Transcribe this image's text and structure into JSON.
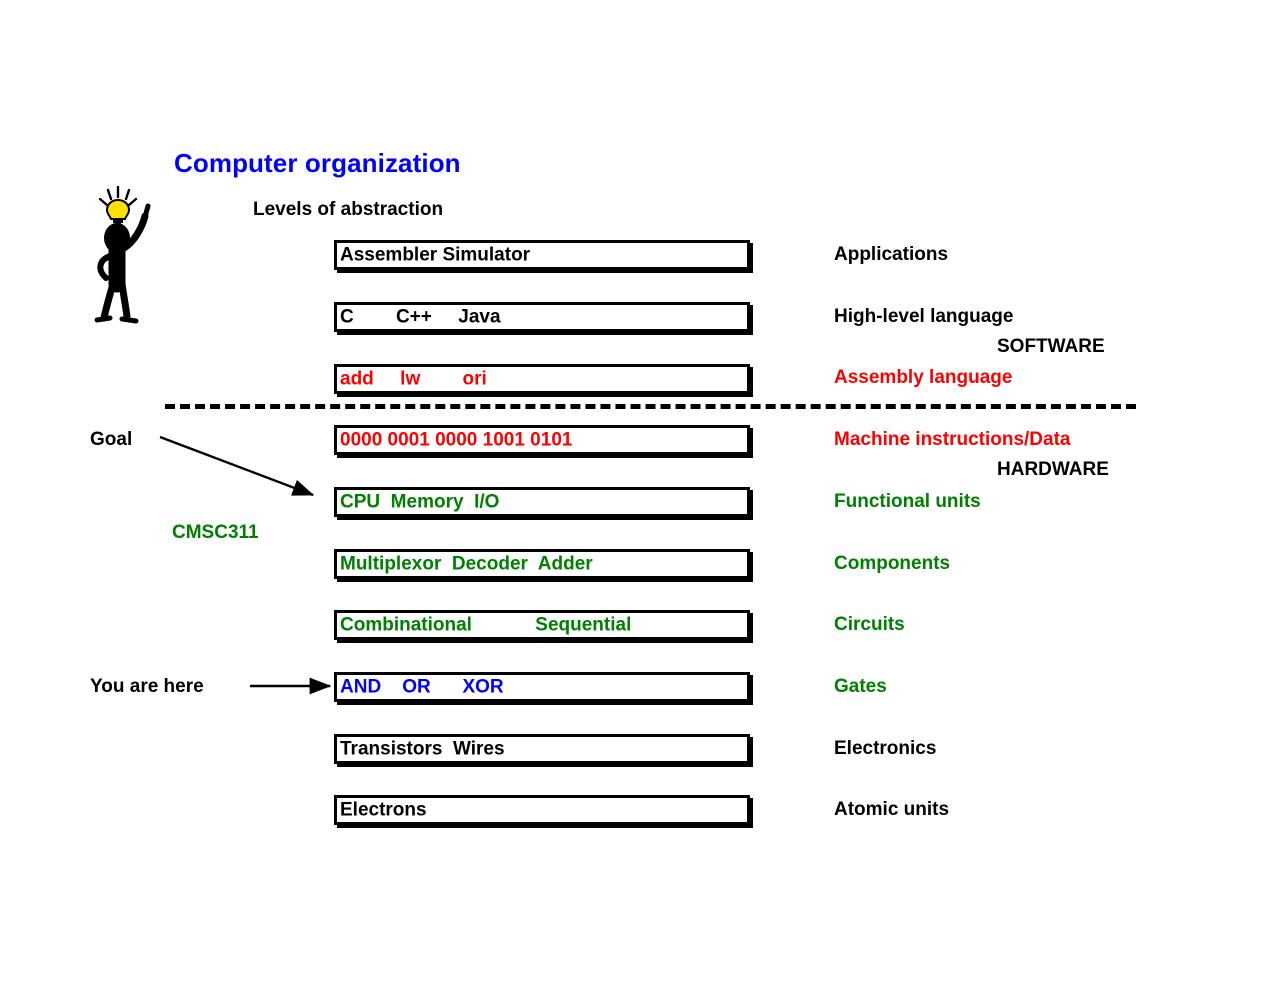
{
  "slide": {
    "title": "Computer organization",
    "title_color": "#0000ff",
    "subtitle": "Levels of abstraction",
    "background": "#ffffff"
  },
  "palette": {
    "black": "#000000",
    "red": "#ff0000",
    "green": "#008000",
    "blue": "#0000ff",
    "bulb_yellow": "#ffe000"
  },
  "levels": [
    {
      "box_text": "Assembler Simulator",
      "box_color": "#000000",
      "label": "Applications",
      "label_color": "#000000"
    },
    {
      "box_text": "C        C++     Java",
      "box_color": "#000000",
      "label": "High-level language",
      "label_color": "#000000"
    },
    {
      "box_text": "add     lw        ori",
      "box_color": "#ff0000",
      "label": "Assembly language",
      "label_color": "#ff0000"
    },
    {
      "box_text": "0000 0001 0000 1001 0101",
      "box_color": "#ff0000",
      "label": "Machine instructions/Data",
      "label_color": "#ff0000"
    },
    {
      "box_text": "CPU  Memory  I/O",
      "box_color": "#008000",
      "label": "Functional units",
      "label_color": "#008000"
    },
    {
      "box_text": "Multiplexor  Decoder  Adder",
      "box_color": "#008000",
      "label": "Components",
      "label_color": "#008000"
    },
    {
      "box_text": "Combinational            Sequential",
      "box_color": "#008000",
      "label": "Circuits",
      "label_color": "#008000"
    },
    {
      "box_text": "AND    OR      XOR",
      "box_color": "#0000ff",
      "label": "Gates",
      "label_color": "#008000"
    },
    {
      "box_text": "Transistors  Wires",
      "box_color": "#000000",
      "label": "Electronics",
      "label_color": "#000000"
    },
    {
      "box_text": "Electrons",
      "box_color": "#000000",
      "label": "Atomic units",
      "label_color": "#000000"
    }
  ],
  "side_tags": {
    "software": "SOFTWARE",
    "hardware": "HARDWARE"
  },
  "annotations": {
    "goal": "Goal",
    "course": "CMSC311",
    "you_are_here": "You are here"
  },
  "icons": {
    "figure": "stick-figure-with-idea",
    "bulb": "lightbulb-icon"
  }
}
